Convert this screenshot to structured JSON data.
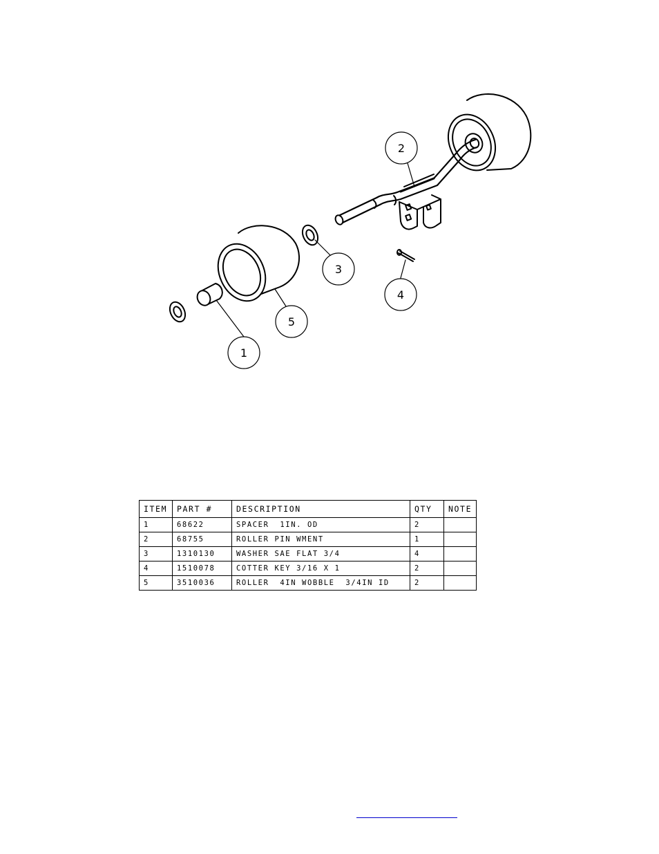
{
  "drawing": {
    "callouts": [
      {
        "id": "1",
        "label": "1"
      },
      {
        "id": "2",
        "label": "2"
      },
      {
        "id": "3",
        "label": "3"
      },
      {
        "id": "4",
        "label": "4"
      },
      {
        "id": "5",
        "label": "5"
      }
    ]
  },
  "bom": {
    "headers": {
      "item": "ITEM",
      "part": "PART #",
      "description": "DESCRIPTION",
      "qty": "QTY",
      "note": "NOTE"
    },
    "rows": [
      {
        "item": "1",
        "part": "68622",
        "description": "SPACER  1IN. OD",
        "qty": "2",
        "note": ""
      },
      {
        "item": "2",
        "part": "68755",
        "description": "ROLLER PIN WMENT",
        "qty": "1",
        "note": ""
      },
      {
        "item": "3",
        "part": "1310130",
        "description": "WASHER SAE FLAT 3/4",
        "qty": "4",
        "note": ""
      },
      {
        "item": "4",
        "part": "1510078",
        "description": "COTTER KEY 3/16 X 1",
        "qty": "2",
        "note": ""
      },
      {
        "item": "5",
        "part": "3510036",
        "description": "ROLLER  4IN WOBBLE  3/4IN ID",
        "qty": "2",
        "note": ""
      }
    ]
  },
  "footer": {
    "link_text": ""
  }
}
